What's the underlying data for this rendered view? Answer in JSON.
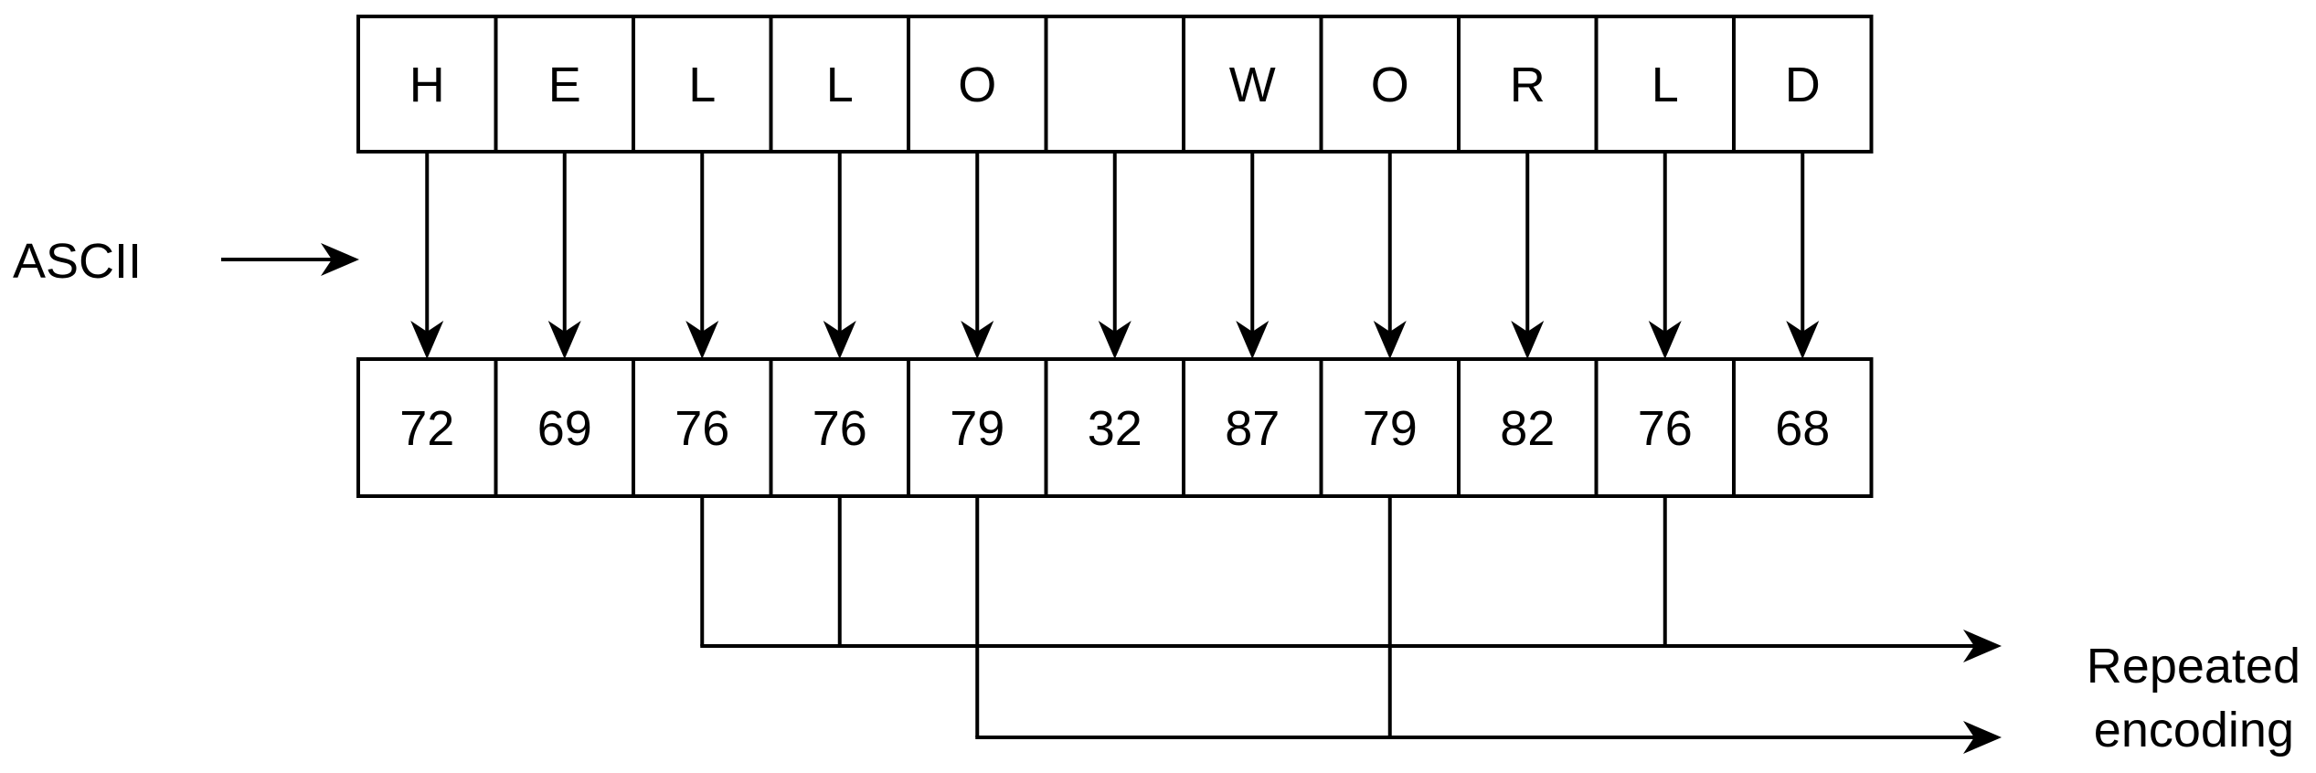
{
  "characters": [
    "H",
    "E",
    "L",
    "L",
    "O",
    " ",
    "W",
    "O",
    "R",
    "L",
    "D"
  ],
  "codes": [
    "72",
    "69",
    "76",
    "76",
    "79",
    "32",
    "87",
    "79",
    "82",
    "76",
    "68"
  ],
  "encoding_label": "ASCII",
  "repeated_label": [
    "Repeated",
    "encoding"
  ],
  "repeated_groups": [
    {
      "value": "76",
      "indices": [
        2,
        3,
        9
      ]
    },
    {
      "value": "79",
      "indices": [
        4,
        7
      ]
    }
  ]
}
